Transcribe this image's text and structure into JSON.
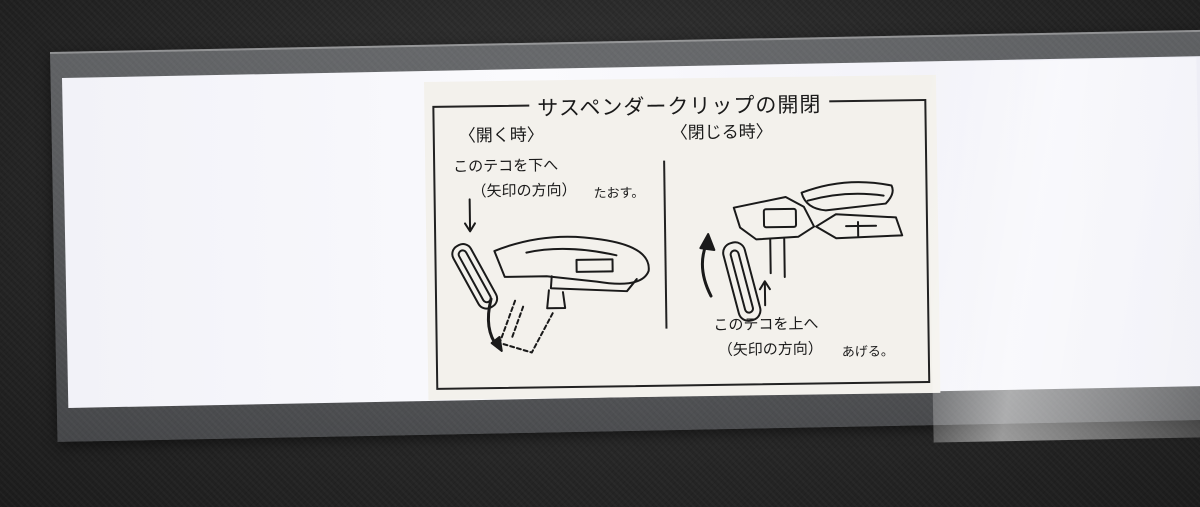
{
  "label": {
    "title": "サスペンダークリップの開閉",
    "open": {
      "heading": "〈開く時〉",
      "line1": "このテコを下へ",
      "line2": "（矢印の方向）",
      "line3": "たおす。"
    },
    "close": {
      "heading": "〈閉じる時〉",
      "line1": "このテコを上へ",
      "line2": "（矢印の方向）",
      "line3": "あげる。"
    },
    "icons": [
      "clip-open-illustration",
      "clip-closed-illustration",
      "arrow-down-icon",
      "arrow-up-icon"
    ]
  }
}
